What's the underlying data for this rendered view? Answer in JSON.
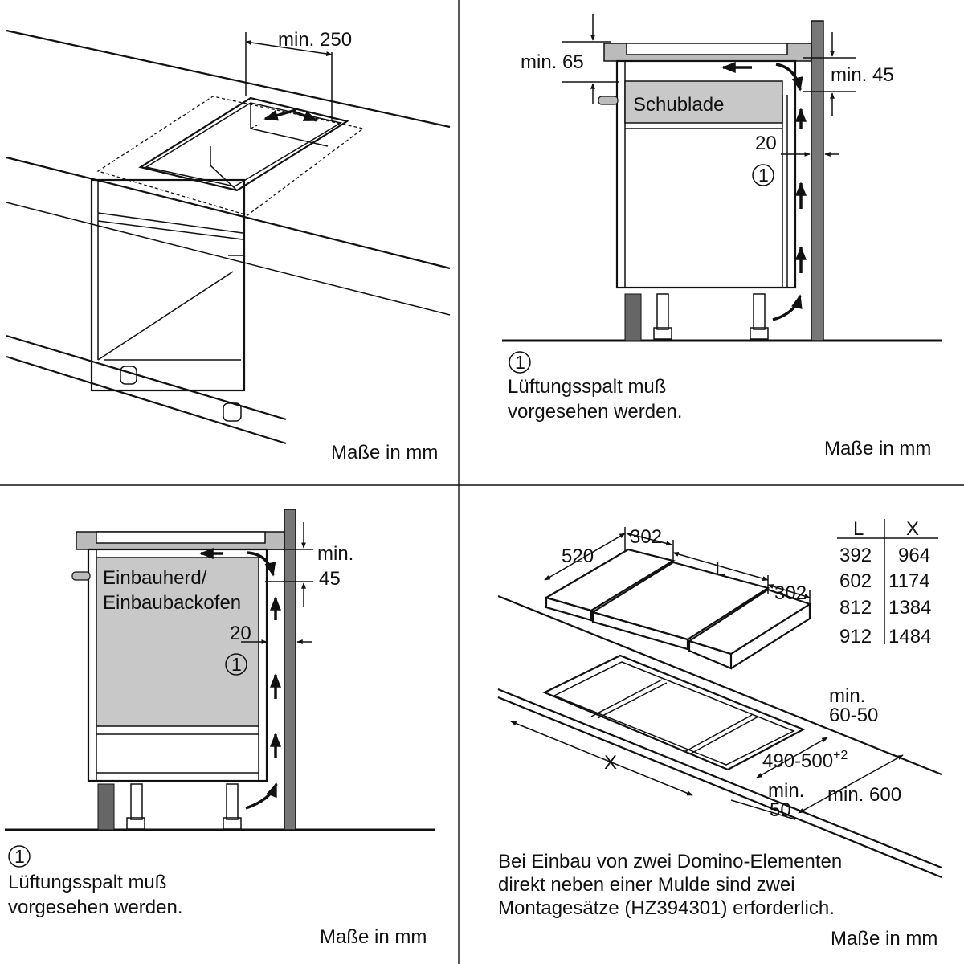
{
  "units_label": "Maße in mm",
  "panel_top_left": {
    "dim_min_250": "min. 250"
  },
  "panel_top_right": {
    "dim_min_65": "min. 65",
    "dim_min_45": "min. 45",
    "drawer_label": "Schublade",
    "gap_20": "20",
    "callout_1": "1",
    "note_marker": "1",
    "note_line1": "Lüftungsspalt muß",
    "note_line2": "vorgesehen werden."
  },
  "panel_bottom_left": {
    "dim_min": "min.",
    "dim_45": "45",
    "oven_line1": "Einbauherd/",
    "oven_line2": "Einbaubackofen",
    "gap_20": "20",
    "callout_1": "1",
    "note_marker": "1",
    "note_line1": "Lüftungsspalt muß",
    "note_line2": "vorgesehen werden."
  },
  "panel_bottom_right": {
    "dim_302_a": "302",
    "dim_520": "520",
    "dim_L": "L",
    "dim_302_b": "302",
    "table_header_L": "L",
    "table_header_X": "X",
    "table_rows": [
      {
        "L": "392",
        "X": "964"
      },
      {
        "L": "602",
        "X": "1174"
      },
      {
        "L": "812",
        "X": "1384"
      },
      {
        "L": "912",
        "X": "1484"
      }
    ],
    "dim_min_60_50_l1": "min.",
    "dim_min_60_50_l2": "60-50",
    "dim_X": "X",
    "dim_490_500": "490-500",
    "dim_490_500_sup": "+2",
    "dim_min_50_l1": "min.",
    "dim_min_50_l2": "50",
    "dim_min_600": "min. 600",
    "note_line1": "Bei Einbau von zwei Domino-Elementen",
    "note_line2": "direkt neben einer Mulde sind zwei",
    "note_line3": "Montagesätze (HZ394301) erforderlich."
  }
}
